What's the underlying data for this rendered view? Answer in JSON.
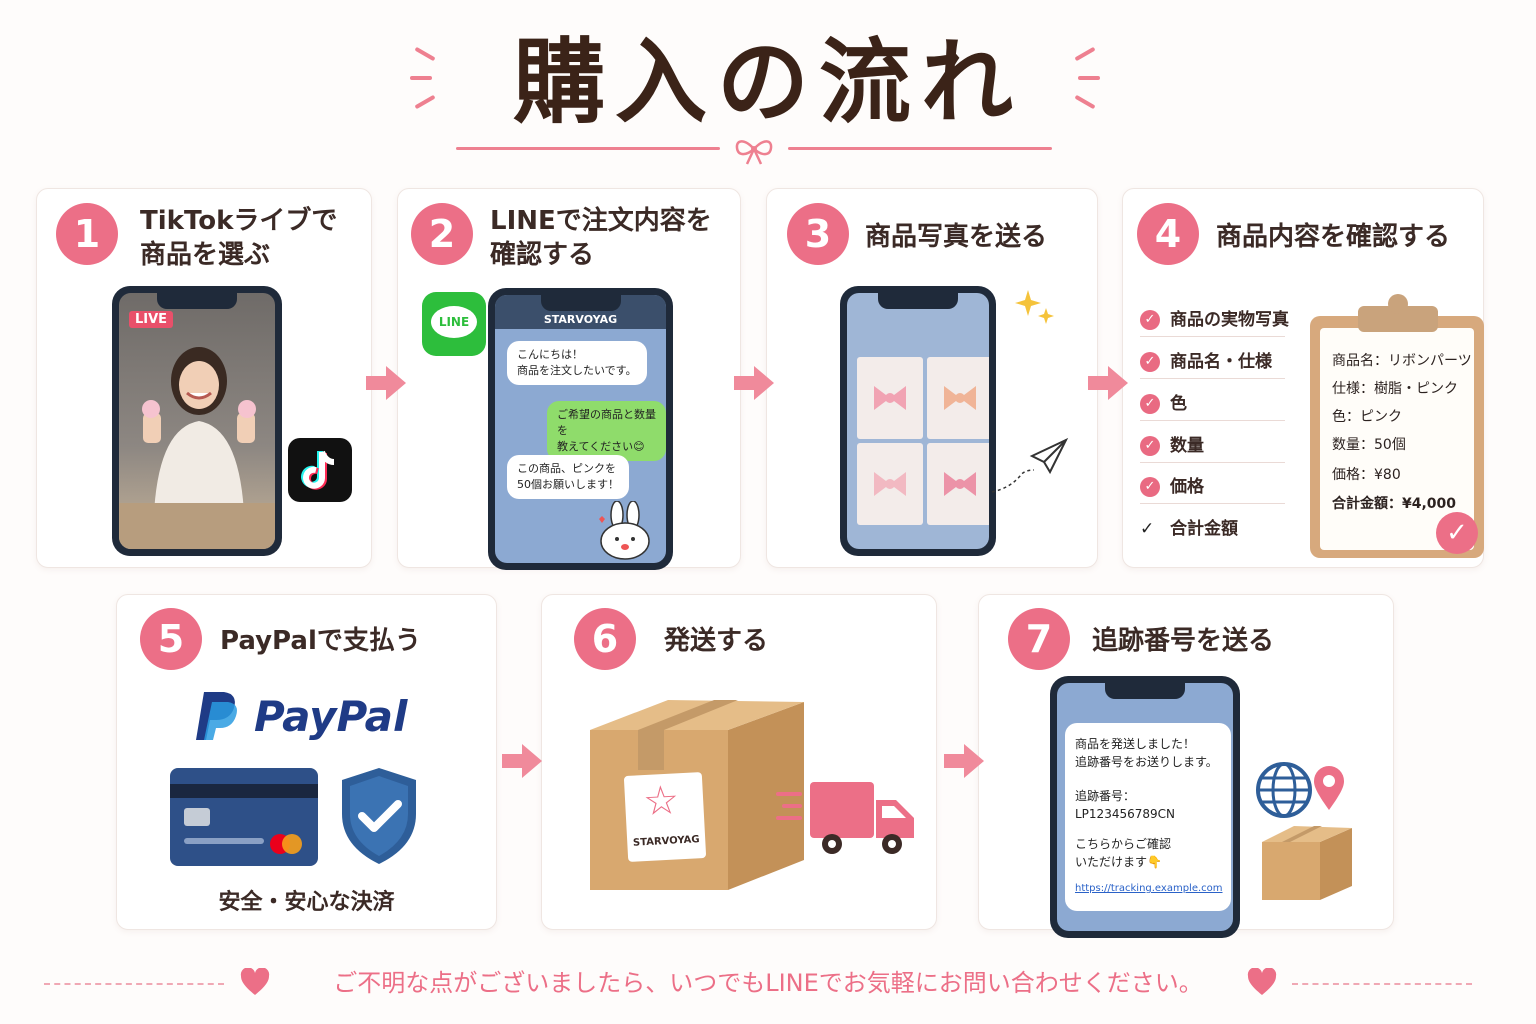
{
  "page": {
    "title": "購入の流れ"
  },
  "steps": [
    {
      "number": "1",
      "title": "TikTokライブで\n商品を選ぶ"
    },
    {
      "number": "2",
      "title": "LINEで注文内容を\n確認する"
    },
    {
      "number": "3",
      "title": "商品写真を送る"
    },
    {
      "number": "4",
      "title": "商品内容を確認する"
    },
    {
      "number": "5",
      "title": "PayPalで支払う"
    },
    {
      "number": "6",
      "title": "発送する"
    },
    {
      "number": "7",
      "title": "追跡番号を送る"
    }
  ],
  "step1": {
    "live_badge": "LIVE"
  },
  "step2": {
    "line_logo": "LINE",
    "chat_header": "STARVOYAG",
    "messages": [
      {
        "text": "こんにちは！\n商品を注文したいです。"
      },
      {
        "text": "ご希望の商品と数量を\n教えてください😊"
      },
      {
        "text": "この商品、ピンクを\n50個お願いします！"
      }
    ]
  },
  "step4": {
    "checklist": [
      "商品の実物写真",
      "商品名・仕様",
      "色",
      "数量",
      "価格",
      "合計金額"
    ],
    "clipboard": [
      "商品名：リボンパーツ",
      "仕様：樹脂・ピンク",
      "色：ピンク",
      "数量：50個",
      "価格：¥80",
      "合計金額：¥4,000"
    ]
  },
  "step5": {
    "paypal_logo": "PayPal",
    "caption": "安全・安心な決済"
  },
  "step6": {
    "box_label": "STARVOYAG"
  },
  "step7": {
    "msg1": "商品を発送しました！\n追跡番号をお送りします。",
    "msg2": "追跡番号：\nLP123456789CN",
    "msg3": "こちらからご確認\nいただけます👇",
    "link": "https://tracking.example.com"
  },
  "footer": {
    "note": "ご不明な点がございましたら、いつでもLINEでお気軽にお問い合わせください。"
  },
  "colors": {
    "accent": "#ec6f87",
    "title_text": "#3b2318",
    "line_green": "#2dbe3c",
    "chat_bg": "#8ca9d2",
    "paypal_blue": "#1f3b86"
  },
  "icons": [
    "heart-icon",
    "bow-icon",
    "tiktok-icon",
    "line-icon",
    "paper-plane-icon",
    "sparkle-icon",
    "clipboard-icon",
    "check-icon",
    "paypal-p-icon",
    "credit-card-icon",
    "shield-check-icon",
    "box-icon",
    "truck-icon",
    "globe-icon",
    "location-pin-icon"
  ]
}
